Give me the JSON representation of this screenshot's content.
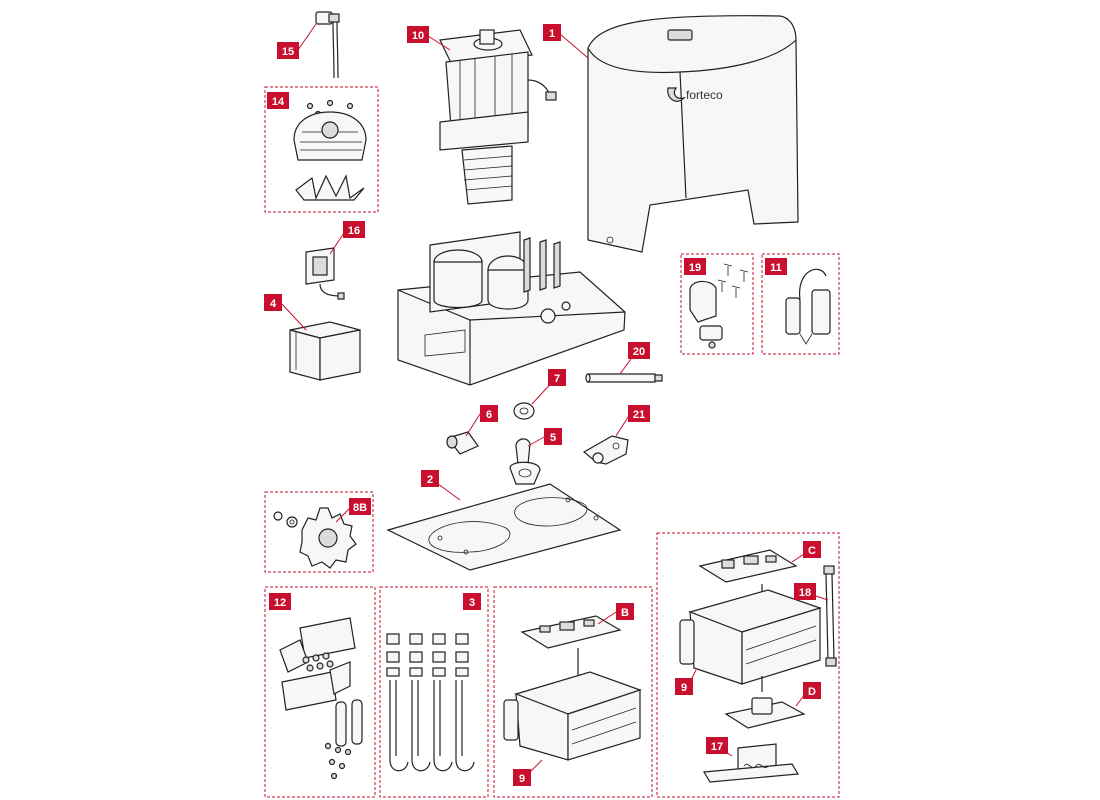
{
  "brand": {
    "logo_text": "forteco"
  },
  "colors": {
    "accent": "#c8102e",
    "line": "#222222",
    "fill": "#f4f4f4"
  },
  "callouts": [
    {
      "id": "15",
      "label": "15"
    },
    {
      "id": "10",
      "label": "10"
    },
    {
      "id": "1",
      "label": "1"
    },
    {
      "id": "14",
      "label": "14"
    },
    {
      "id": "16",
      "label": "16"
    },
    {
      "id": "4",
      "label": "4"
    },
    {
      "id": "19",
      "label": "19"
    },
    {
      "id": "11",
      "label": "11"
    },
    {
      "id": "20",
      "label": "20"
    },
    {
      "id": "7",
      "label": "7"
    },
    {
      "id": "6",
      "label": "6"
    },
    {
      "id": "5",
      "label": "5"
    },
    {
      "id": "21",
      "label": "21"
    },
    {
      "id": "2",
      "label": "2"
    },
    {
      "id": "8B",
      "label": "8B"
    },
    {
      "id": "12",
      "label": "12"
    },
    {
      "id": "3",
      "label": "3"
    },
    {
      "id": "B",
      "label": "B"
    },
    {
      "id": "9a",
      "label": "9"
    },
    {
      "id": "C",
      "label": "C"
    },
    {
      "id": "18",
      "label": "18"
    },
    {
      "id": "9b",
      "label": "9"
    },
    {
      "id": "D",
      "label": "D"
    },
    {
      "id": "17",
      "label": "17"
    }
  ]
}
